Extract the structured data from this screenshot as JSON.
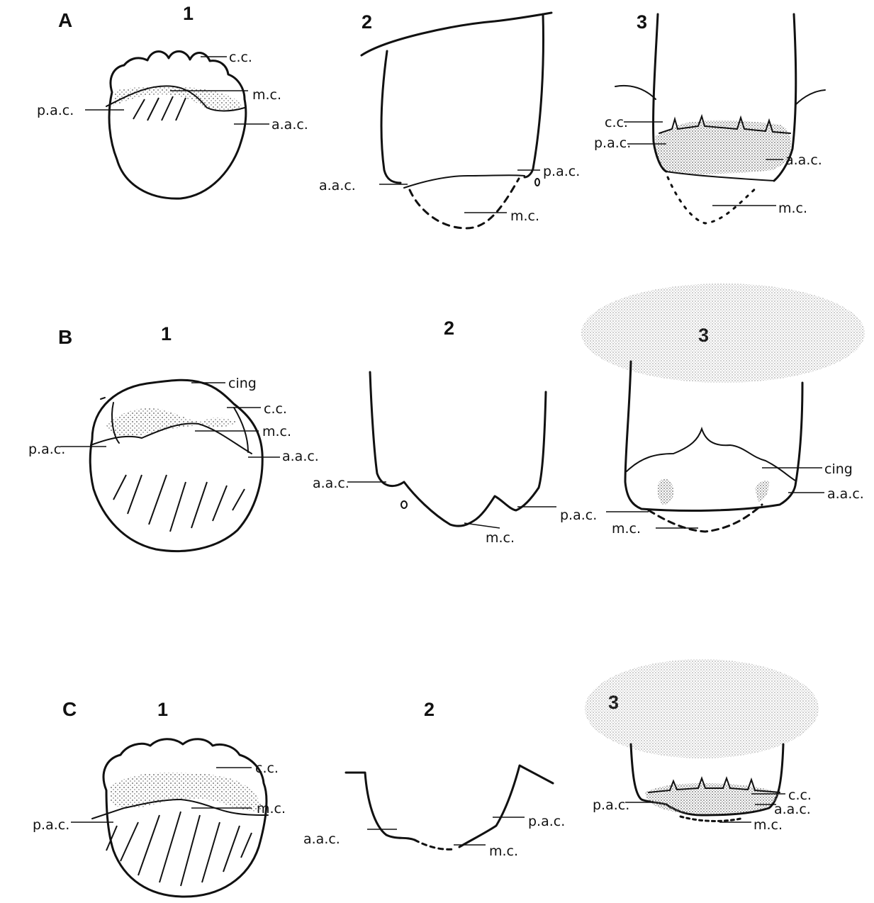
{
  "rows": [
    {
      "letter": "A",
      "panels": [
        "1",
        "2",
        "3"
      ]
    },
    {
      "letter": "B",
      "panels": [
        "1",
        "2",
        "3"
      ]
    },
    {
      "letter": "C",
      "panels": [
        "1",
        "2",
        "3"
      ]
    }
  ],
  "labels": {
    "cc": "c.c.",
    "mc": "m.c.",
    "pac": "p.a.c.",
    "aac": "a.a.c.",
    "cing": "cing"
  },
  "colors": {
    "ink": "#111111",
    "background": "#ffffff",
    "stipple": "#555555"
  }
}
